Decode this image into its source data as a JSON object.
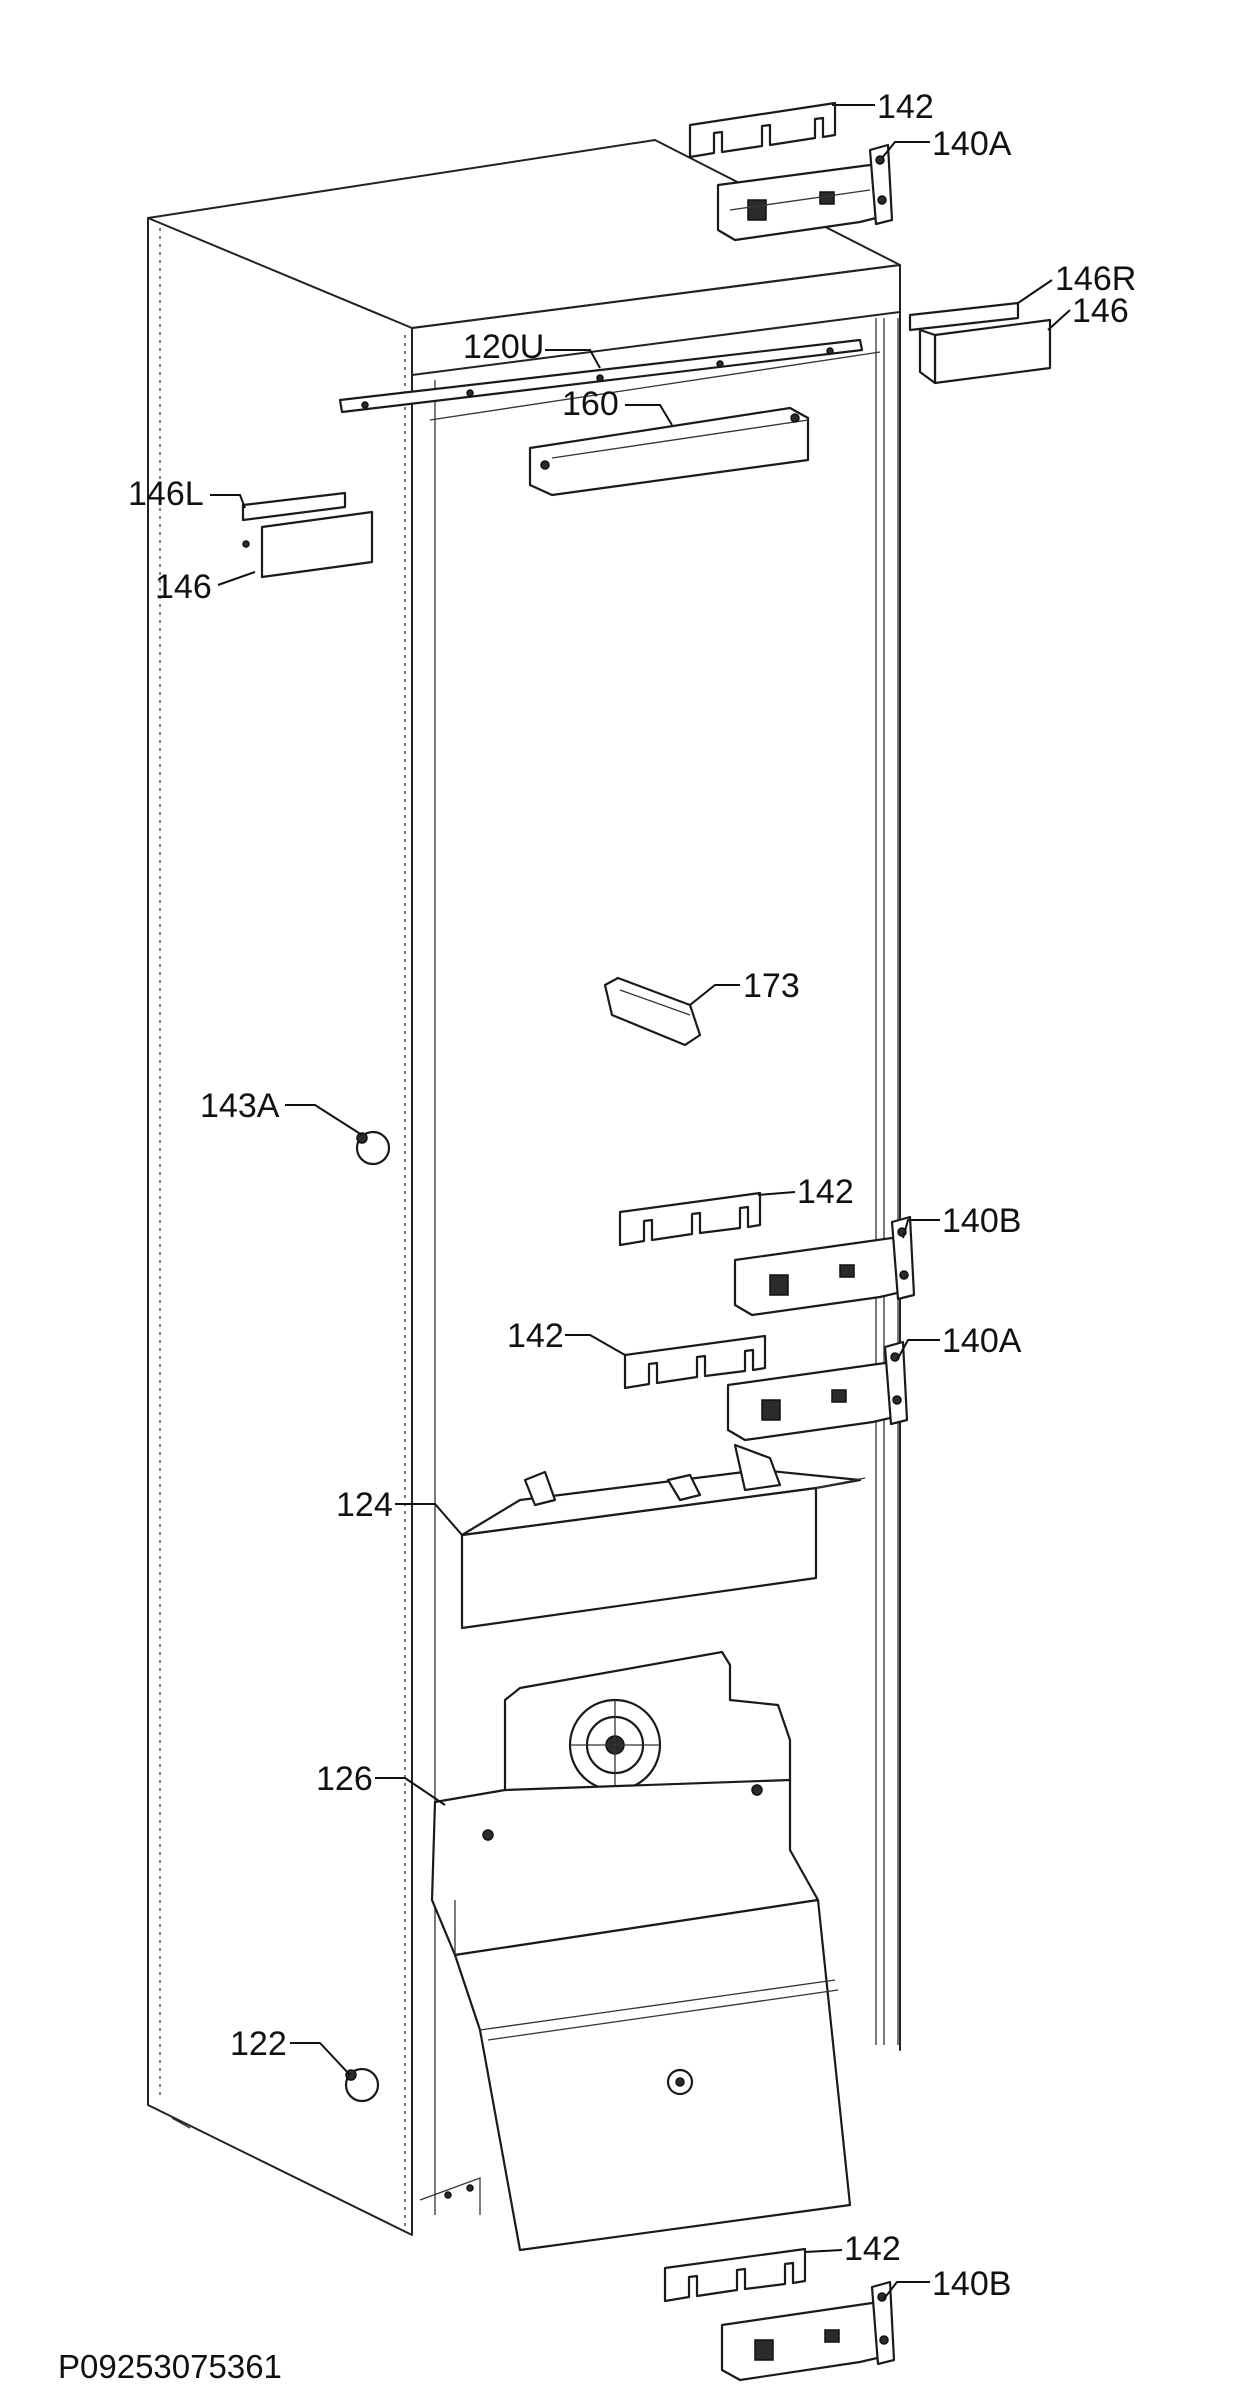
{
  "diagram": {
    "drawing_code": "P09253075361",
    "callouts": [
      {
        "id": "c142_top",
        "text": "142"
      },
      {
        "id": "c140A_top",
        "text": "140A"
      },
      {
        "id": "c146R",
        "text": "146R"
      },
      {
        "id": "c146_right",
        "text": "146"
      },
      {
        "id": "c120U",
        "text": "120U"
      },
      {
        "id": "c160",
        "text": "160"
      },
      {
        "id": "c146L",
        "text": "146L"
      },
      {
        "id": "c146_left",
        "text": "146"
      },
      {
        "id": "c173",
        "text": "173"
      },
      {
        "id": "c143A",
        "text": "143A"
      },
      {
        "id": "c142_mid",
        "text": "142"
      },
      {
        "id": "c140B_mid",
        "text": "140B"
      },
      {
        "id": "c142_mid2",
        "text": "142"
      },
      {
        "id": "c140A_mid",
        "text": "140A"
      },
      {
        "id": "c124",
        "text": "124"
      },
      {
        "id": "c126",
        "text": "126"
      },
      {
        "id": "c122",
        "text": "122"
      },
      {
        "id": "c142_bot",
        "text": "142"
      },
      {
        "id": "c140B_bot",
        "text": "140B"
      }
    ]
  }
}
